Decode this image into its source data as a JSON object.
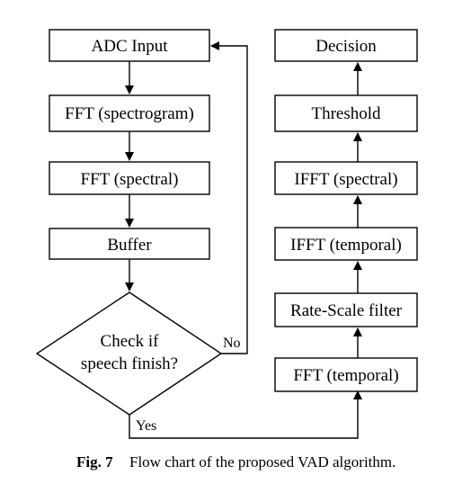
{
  "left_column": {
    "adc": "ADC Input",
    "fft_spectrogram": "FFT (spectrogram)",
    "fft_spectral": "FFT (spectral)",
    "buffer": "Buffer",
    "decision_line1": "Check if",
    "decision_line2": "speech finish?",
    "no_label": "No",
    "yes_label": "Yes"
  },
  "right_column": {
    "decision": "Decision",
    "threshold": "Threshold",
    "ifft_spectral": "IFFT (spectral)",
    "ifft_temporal": "IFFT (temporal)",
    "rate_scale": "Rate-Scale filter",
    "fft_temporal": "FFT (temporal)"
  },
  "caption": {
    "fig": "Fig. 7",
    "text": "Flow chart of the proposed VAD algorithm."
  }
}
